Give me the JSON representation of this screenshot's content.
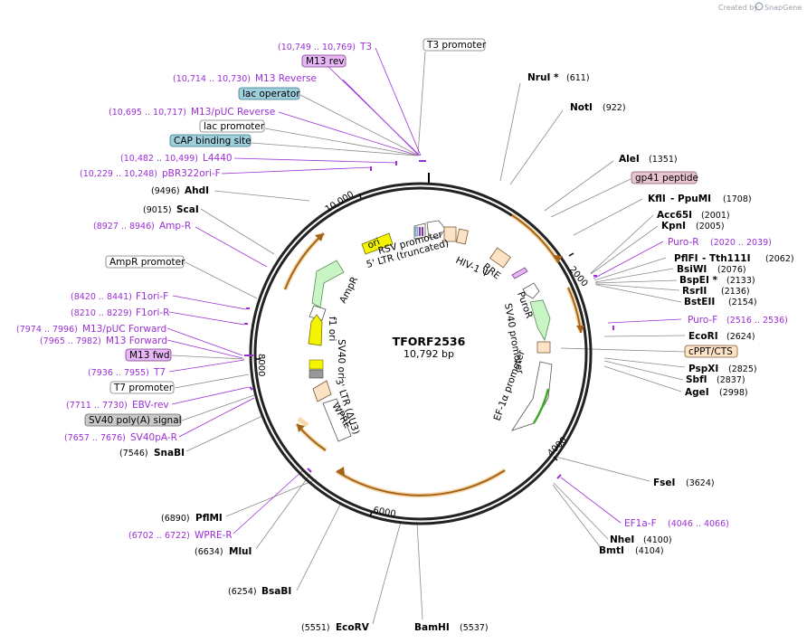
{
  "plasmid": {
    "name": "TFORF2536",
    "length": "10,792 bp"
  },
  "branding": {
    "created_by": "Created by",
    "product": "SnapGene"
  },
  "ticks": [
    "2000",
    "4000",
    "6000",
    "8000",
    "10,000"
  ],
  "enzymes_right": [
    {
      "name": "NruI *",
      "pos": "(611)"
    },
    {
      "name": "NotI",
      "pos": "(922)"
    },
    {
      "name": "AleI",
      "pos": "(1351)"
    },
    {
      "name": "KflI",
      "name2": "- PpuMI",
      "pos": "(1708)"
    },
    {
      "name": "Acc65I",
      "pos": "(2001)"
    },
    {
      "name": "KpnI",
      "pos": "(2005)"
    },
    {
      "name": "PflFI",
      "name2": "- Tth111I",
      "pos": "(2062)"
    },
    {
      "name": "BsiWI",
      "pos": "(2076)"
    },
    {
      "name": "BspEI *",
      "pos": "(2133)"
    },
    {
      "name": "RsrII",
      "pos": "(2136)"
    },
    {
      "name": "BstEII",
      "pos": "(2154)"
    },
    {
      "name": "EcoRI",
      "pos": "(2624)"
    },
    {
      "name": "PspXI",
      "pos": "(2825)"
    },
    {
      "name": "SbfI",
      "pos": "(2837)"
    },
    {
      "name": "AgeI",
      "pos": "(2998)"
    },
    {
      "name": "FseI",
      "pos": "(3624)"
    },
    {
      "name": "NheI",
      "pos": "(4100)"
    },
    {
      "name": "BmtI",
      "pos": "(4104)"
    }
  ],
  "enzymes_bottom": [
    {
      "name": "EcoRV",
      "pos": "(5551)"
    },
    {
      "name": "BamHI",
      "pos": "(5537)"
    },
    {
      "name": "BsaBI",
      "pos": "(6254)"
    },
    {
      "name": "MluI",
      "pos": "(6634)"
    },
    {
      "name": "PflMI",
      "pos": "(6890)"
    },
    {
      "name": "SnaBI",
      "pos": "(7546)"
    }
  ],
  "enzymes_left": [
    {
      "name": "AhdI",
      "pos": "(9496)"
    },
    {
      "name": "ScaI",
      "pos": "(9015)"
    }
  ],
  "primers": [
    {
      "name": "T3",
      "pos": "(10,749 .. 10,769)"
    },
    {
      "name": "M13 Reverse",
      "pos": "(10,714 .. 10,730)"
    },
    {
      "name": "M13/pUC Reverse",
      "pos": "(10,695 .. 10,717)"
    },
    {
      "name": "L4440",
      "pos": "(10,482 .. 10,499)"
    },
    {
      "name": "pBR322ori-F",
      "pos": "(10,229 .. 10,248)"
    },
    {
      "name": "Amp-R",
      "pos": "(8927 .. 8946)"
    },
    {
      "name": "F1ori-F",
      "pos": "(8420 .. 8441)"
    },
    {
      "name": "F1ori-R",
      "pos": "(8210 .. 8229)"
    },
    {
      "name": "M13/pUC Forward",
      "pos": "(7974 .. 7996)"
    },
    {
      "name": "M13 Forward",
      "pos": "(7965 .. 7982)"
    },
    {
      "name": "T7",
      "pos": "(7936 .. 7955)"
    },
    {
      "name": "EBV-rev",
      "pos": "(7711 .. 7730)"
    },
    {
      "name": "SV40pA-R",
      "pos": "(7657 .. 7676)"
    },
    {
      "name": "WPRE-R",
      "pos": "(6702 .. 6722)"
    },
    {
      "name": "Puro-R",
      "pos": "(2020 .. 2039)"
    },
    {
      "name": "Puro-F",
      "pos": "(2516 .. 2536)"
    },
    {
      "name": "EF1a-F",
      "pos": "(4046 .. 4066)"
    }
  ],
  "boxed_labels": [
    {
      "name": "T3 promoter",
      "fill": "#ffffff"
    },
    {
      "name": "M13 rev",
      "fill": "#e7b7f5"
    },
    {
      "name": "lac operator",
      "fill": "#9fcfdb"
    },
    {
      "name": "lac promoter",
      "fill": "#ffffff"
    },
    {
      "name": "CAP binding site",
      "fill": "#9fcfdb"
    },
    {
      "name": "gp41 peptide",
      "fill": "#e8c4cf"
    },
    {
      "name": "cPPT/CTS",
      "fill": "#fde3c6"
    },
    {
      "name": "AmpR promoter",
      "fill": "#ffffff"
    },
    {
      "name": "M13 fwd",
      "fill": "#e7b7f5"
    },
    {
      "name": "T7 promoter",
      "fill": "#ffffff"
    },
    {
      "name": "SV40 poly(A) signal",
      "fill": "#c9c9c9"
    }
  ],
  "inner_features": [
    "ori",
    "RSV promoter",
    "5' LTR (truncated)",
    "HIV-1 Ψ",
    "RRE",
    "PuroR",
    "SV40 promoter",
    "EF-1α promoter",
    "AmpR",
    "f1 ori",
    "SV40 ori",
    "3' LTR (ΔU3)",
    "WPRE"
  ],
  "colors": {
    "primer": "#9b2fd6",
    "orf": "#e8a33d",
    "backbone": "#222222",
    "line": "#8a8a8a"
  }
}
